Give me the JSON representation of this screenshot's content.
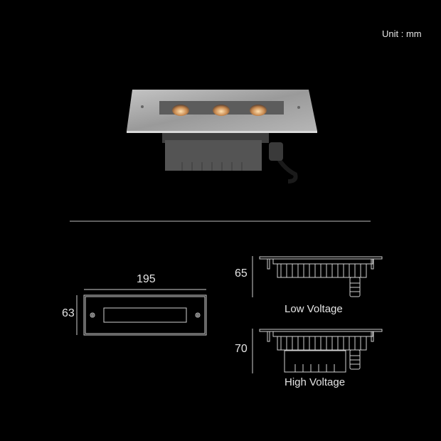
{
  "unit_label": "Unit : mm",
  "front_view": {
    "width": "195",
    "height": "63"
  },
  "side_views": [
    {
      "height": "65",
      "label": "Low Voltage"
    },
    {
      "height": "70",
      "label": "High Voltage"
    }
  ],
  "colors": {
    "background": "#000000",
    "line": "#d0d0d0",
    "steel": "#a9a9a9",
    "housing": "#505050",
    "led": "#e0a060"
  }
}
